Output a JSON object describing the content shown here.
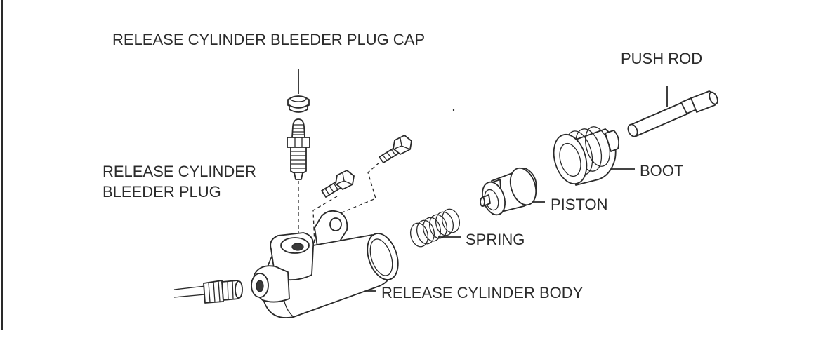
{
  "labels": {
    "bleeder_plug_cap": "RELEASE CYLINDER BLEEDER PLUG CAP",
    "bleeder_plug_line1": "RELEASE CYLINDER",
    "bleeder_plug_line2": "BLEEDER PLUG",
    "push_rod": "PUSH ROD",
    "boot": "BOOT",
    "piston": "PISTON",
    "spring": "SPRING",
    "body": "RELEASE CYLINDER BODY"
  },
  "colors": {
    "line": "#2a2a2a",
    "text": "#2b2b2b",
    "shade": "#cfcfcf",
    "background": "#ffffff"
  }
}
